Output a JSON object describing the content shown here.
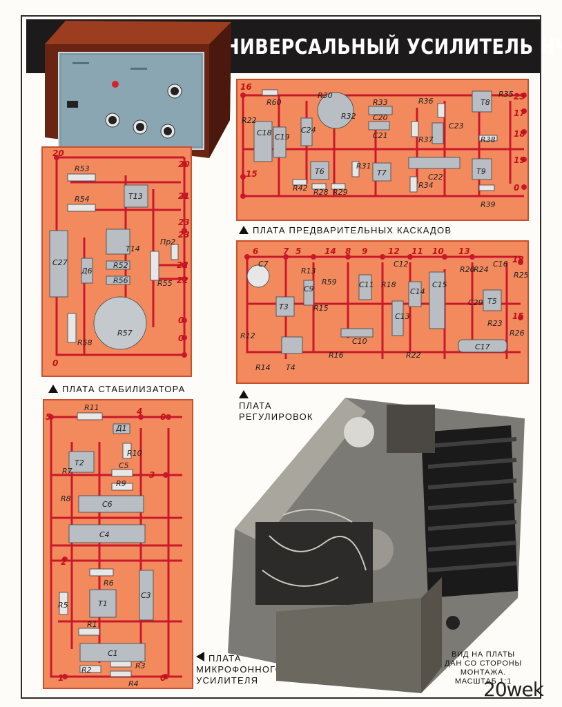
{
  "title": "УНИВЕРСАЛЬНЫЙ УСИЛИТЕЛЬ НЧ",
  "boards": {
    "preamp": {
      "caption": "ПЛАТА ПРЕДВАРИТЕЛЬНЫХ КАСКАДОВ",
      "labels": [
        "R60",
        "R30",
        "R32",
        "R33",
        "C20",
        "C21",
        "R36",
        "R35",
        "C23",
        "T8",
        "R37",
        "R38",
        "R22",
        "C18",
        "C19",
        "C24",
        "T6",
        "T7",
        "R31",
        "C22",
        "T9",
        "R42",
        "R28",
        "R29",
        "R34",
        "R39"
      ],
      "nodes": [
        "16",
        "23",
        "17",
        "18",
        "19",
        "15",
        "0"
      ]
    },
    "regulators": {
      "caption_lines": [
        "ПЛАТА",
        "РЕГУЛИРОВОК"
      ],
      "labels": [
        "C7",
        "R13",
        "C9",
        "R59",
        "C11",
        "R18",
        "C12",
        "C14",
        "C15",
        "R20",
        "R24",
        "C16",
        "R25",
        "T3",
        "R15",
        "C10",
        "C13",
        "C29",
        "T5",
        "R23",
        "R26",
        "R12",
        "T4",
        "R16",
        "R22",
        "C17",
        "R14"
      ],
      "nodes": [
        "6",
        "7",
        "5",
        "14",
        "8",
        "9",
        "12",
        "11",
        "10",
        "13",
        "18",
        "15"
      ]
    },
    "stabilizer": {
      "caption": "ПЛАТА СТАБИЛИЗАТОРА",
      "labels": [
        "R53",
        "T13",
        "R54",
        "C27",
        "T14",
        "Пр2",
        "Д6",
        "R52",
        "R56",
        "R55",
        "R57",
        "R58"
      ],
      "nodes": [
        "20",
        "20",
        "21",
        "23",
        "23",
        "22",
        "22",
        "0",
        "0",
        "0"
      ]
    },
    "microphone": {
      "caption_lines": [
        "ПЛАТА",
        "МИКРОФОННОГО",
        "УСИЛИТЕЛЯ"
      ],
      "labels": [
        "R11",
        "Д1",
        "T2",
        "R10",
        "C5",
        "R7",
        "R9",
        "R8",
        "C6",
        "C4",
        "R6",
        "C3",
        "R5",
        "T1",
        "R1",
        "C1",
        "R2",
        "R3",
        "R4"
      ],
      "nodes": [
        "5",
        "4",
        "0",
        "3",
        "2",
        "1",
        "0"
      ]
    }
  },
  "view_note": [
    "ВИД НА ПЛАТЫ",
    "ДАН СО СТОРОНЫ",
    "МОНТАЖА.",
    "МАСШТАБ 1:1"
  ],
  "watermark": "20wek"
}
